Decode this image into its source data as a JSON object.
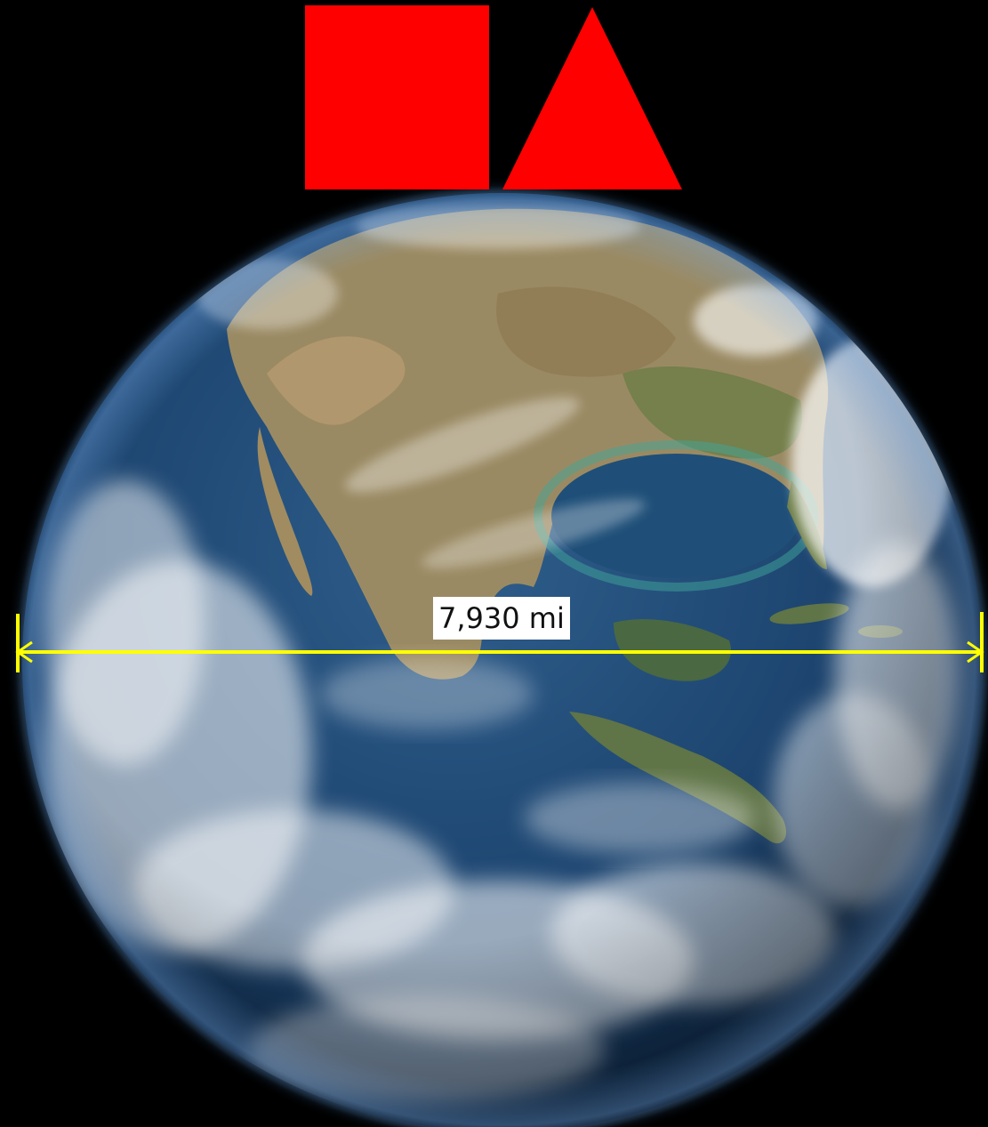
{
  "measurement": {
    "label": "7,930 mi",
    "value": 7930,
    "unit": "mi"
  },
  "shapes": [
    {
      "name": "square",
      "color": "#ff0000"
    },
    {
      "name": "triangle",
      "color": "#ff0000"
    }
  ],
  "colors": {
    "background": "#000000",
    "measure_line": "#ffff00",
    "shape_fill": "#ff0000",
    "label_background": "#ffffff"
  }
}
